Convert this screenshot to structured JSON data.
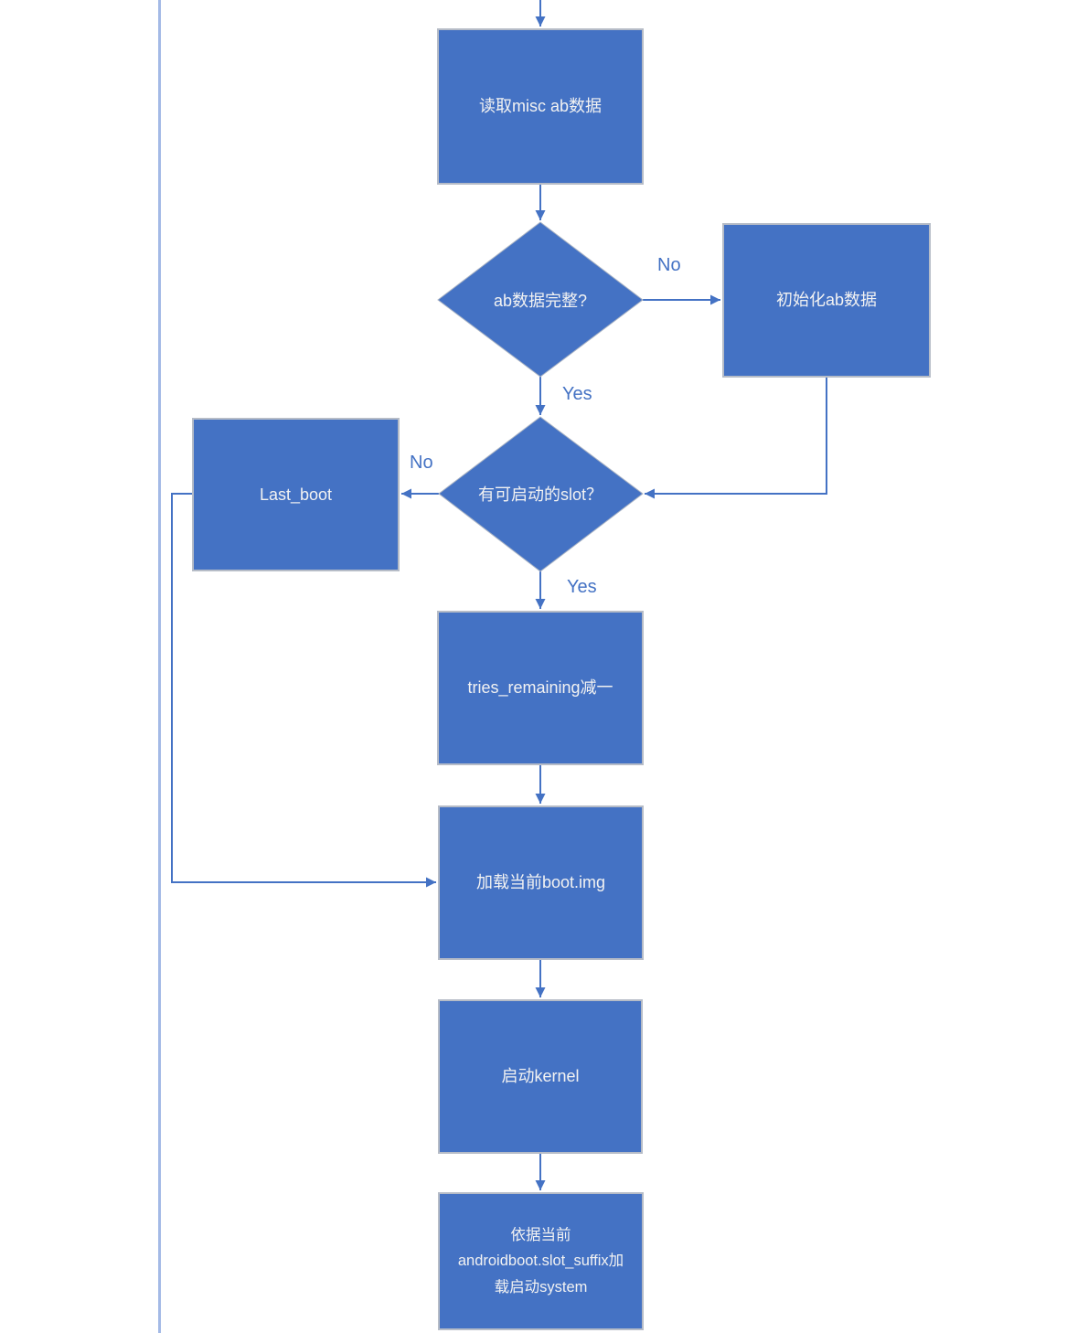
{
  "diagram": {
    "type": "flowchart",
    "nodes": [
      {
        "id": "read-misc-ab",
        "shape": "process",
        "label": "读取misc ab数据"
      },
      {
        "id": "ab-data-complete",
        "shape": "decision",
        "label": "ab数据完整?"
      },
      {
        "id": "init-ab-data",
        "shape": "process",
        "label": "初始化ab数据"
      },
      {
        "id": "bootable-slot",
        "shape": "decision",
        "label": "有可启动的slot？"
      },
      {
        "id": "last-boot",
        "shape": "process",
        "label": "Last_boot"
      },
      {
        "id": "tries-remaining-decrement",
        "shape": "process",
        "label": "tries_remaining减一"
      },
      {
        "id": "load-current-boot-img",
        "shape": "process",
        "label": "加载当前boot.img"
      },
      {
        "id": "start-kernel",
        "shape": "process",
        "label": "启动kernel"
      },
      {
        "id": "load-system",
        "shape": "process",
        "label": "依据当前\nandroidboot.slot_suffix加\n载启动system"
      }
    ],
    "edges": [
      {
        "from": "offscreen-top",
        "to": "read-misc-ab",
        "label": ""
      },
      {
        "from": "read-misc-ab",
        "to": "ab-data-complete",
        "label": ""
      },
      {
        "from": "ab-data-complete",
        "to": "init-ab-data",
        "label": "No"
      },
      {
        "from": "ab-data-complete",
        "to": "bootable-slot",
        "label": "Yes"
      },
      {
        "from": "init-ab-data",
        "to": "bootable-slot",
        "label": ""
      },
      {
        "from": "bootable-slot",
        "to": "last-boot",
        "label": "No"
      },
      {
        "from": "bootable-slot",
        "to": "tries-remaining-decrement",
        "label": "Yes"
      },
      {
        "from": "last-boot",
        "to": "load-current-boot-img",
        "label": ""
      },
      {
        "from": "tries-remaining-decrement",
        "to": "load-current-boot-img",
        "label": ""
      },
      {
        "from": "load-current-boot-img",
        "to": "start-kernel",
        "label": ""
      },
      {
        "from": "start-kernel",
        "to": "load-system",
        "label": ""
      }
    ],
    "colors": {
      "node_fill": "#4472C4",
      "node_border": "#B6BCC7",
      "node_text": "#F2F2F2",
      "connector": "#4472C4",
      "edge_label_text": "#4472C4",
      "page_guide_line": "#A4BAE6",
      "background": "#FFFFFF"
    }
  }
}
